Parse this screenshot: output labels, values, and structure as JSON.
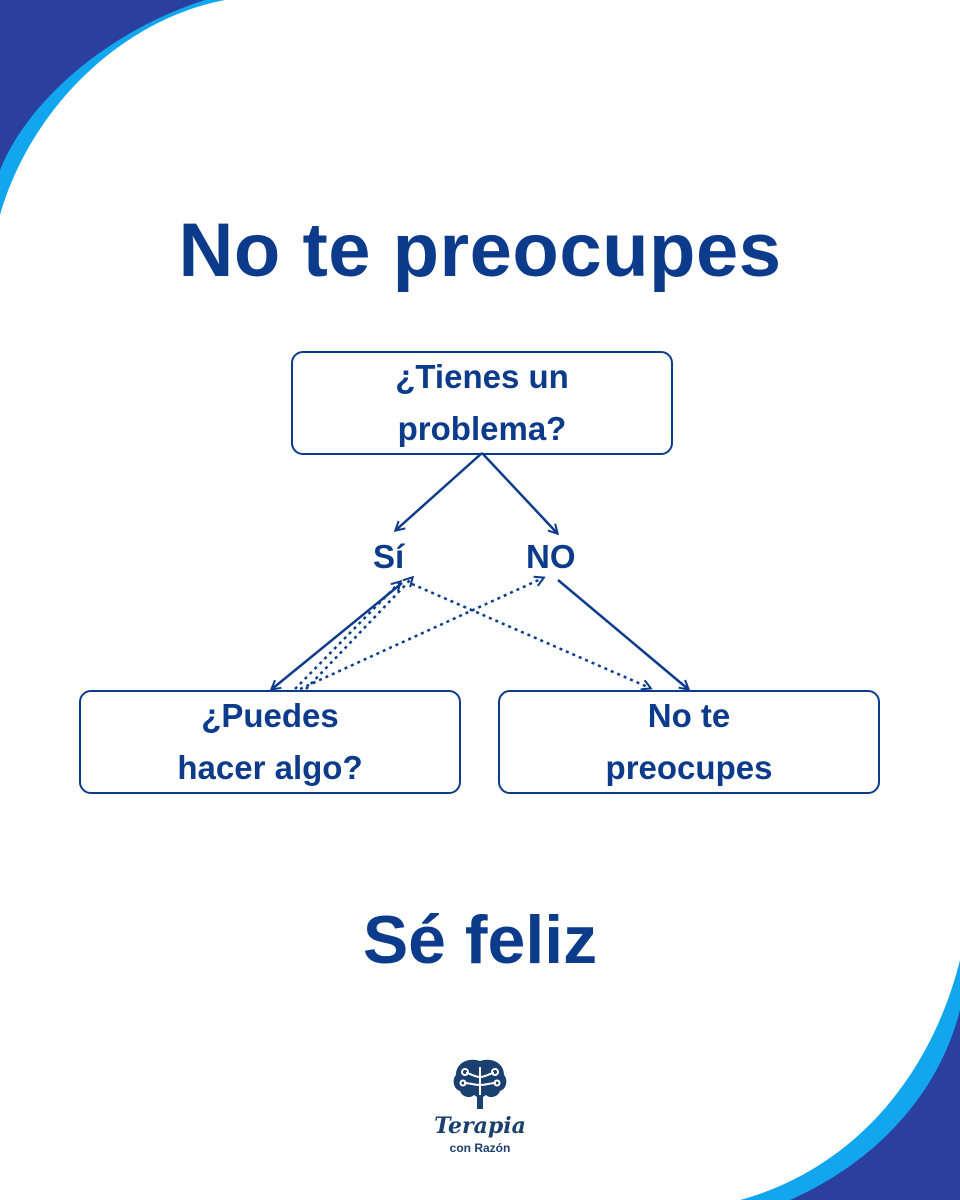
{
  "title": "No te preocupes",
  "boxes": {
    "question1": "¿Tienes un\nproblema?",
    "question2": "¿Puedes\nhacer algo?",
    "answer": "No te\npreocupes"
  },
  "branches": {
    "yes": "Sí",
    "no": "NO"
  },
  "footer": "Sé feliz",
  "logo": {
    "name": "Terapia",
    "subtitle": "con Razón"
  },
  "colors": {
    "primary": "#0d3b8c",
    "accent_dark": "#2a3f9e",
    "accent_light": "#12a6ee"
  }
}
